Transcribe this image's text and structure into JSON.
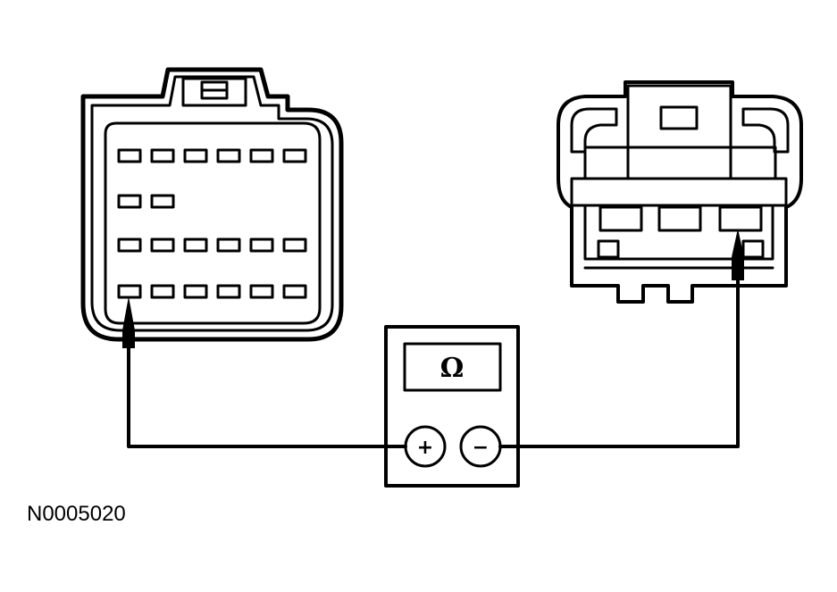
{
  "figure_id": "N0005020",
  "meter": {
    "display": "Ω",
    "plus_terminal": "+",
    "minus_terminal": "−"
  },
  "colors": {
    "ink": "#000000",
    "background": "#ffffff"
  },
  "icons": {
    "left_connector": "multi-pin-connector",
    "right_connector": "three-pin-connector",
    "meter": "ohmmeter",
    "left_probe": "probe-tip",
    "right_probe": "probe-tip"
  }
}
